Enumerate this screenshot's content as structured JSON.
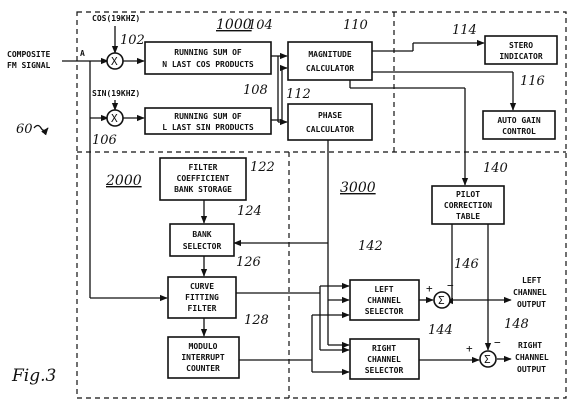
{
  "figure_label": "Fig.3",
  "system_ref": "60",
  "inputs": {
    "composite_line1": "COMPOSITE",
    "composite_line2": "FM SIGNAL",
    "node_a": "A",
    "cos_ref": "COS(19KHZ)",
    "sin_ref": "SIN(19KHZ)"
  },
  "sections": {
    "s1000": "1000",
    "s2000": "2000",
    "s3000": "3000"
  },
  "blocks": {
    "cos_sum": {
      "ref": "104",
      "line1": "RUNNING SUM OF",
      "line2": "N LAST COS PRODUCTS"
    },
    "sin_sum": {
      "ref": "108",
      "line1": "RUNNING SUM OF",
      "line2": "L LAST SIN PRODUCTS"
    },
    "magnitude": {
      "ref": "110",
      "line1": "MAGNITUDE",
      "line2": "CALCULATOR"
    },
    "phase": {
      "ref": "112",
      "line1": "PHASE",
      "line2": "CALCULATOR"
    },
    "stereo": {
      "ref": "114",
      "line1": "STERO",
      "line2": "INDICATOR"
    },
    "agc": {
      "ref": "116",
      "line1": "AUTO GAIN",
      "line2": "CONTROL"
    },
    "filter_bank": {
      "ref": "122",
      "line1": "FILTER",
      "line2": "COEFFICIENT",
      "line3": "BANK STORAGE"
    },
    "bank_selector": {
      "ref": "124",
      "line1": "BANK",
      "line2": "SELECTOR"
    },
    "curve_fit": {
      "ref": "126",
      "line1": "CURVE",
      "line2": "FITTING",
      "line3": "FILTER"
    },
    "modulo": {
      "ref": "128",
      "line1": "MODULO",
      "line2": "INTERRUPT",
      "line3": "COUNTER"
    },
    "pilot": {
      "ref": "140",
      "line1": "PILOT",
      "line2": "CORRECTION",
      "line3": "TABLE"
    },
    "left_sel": {
      "ref": "142",
      "line1": "LEFT",
      "line2": "CHANNEL",
      "line3": "SELECTOR"
    },
    "right_sel": {
      "ref": "144",
      "line1": "RIGHT",
      "line2": "CHANNEL",
      "line3": "SELECTOR"
    }
  },
  "mixers": {
    "cos_mixer": {
      "ref": "102",
      "symbol": "X"
    },
    "sin_mixer": {
      "ref": "106",
      "symbol": "X"
    }
  },
  "summers": {
    "left_sum": {
      "ref": "146",
      "symbol": "Σ",
      "plus": "+",
      "minus": "−"
    },
    "right_sum": {
      "ref": "148",
      "symbol": "Σ",
      "plus": "+",
      "minus": "−"
    }
  },
  "outputs": {
    "left_line1": "LEFT",
    "left_line2": "CHANNEL",
    "left_line3": "OUTPUT",
    "right_line1": "RIGHT",
    "right_line2": "CHANNEL",
    "right_line3": "OUTPUT"
  }
}
